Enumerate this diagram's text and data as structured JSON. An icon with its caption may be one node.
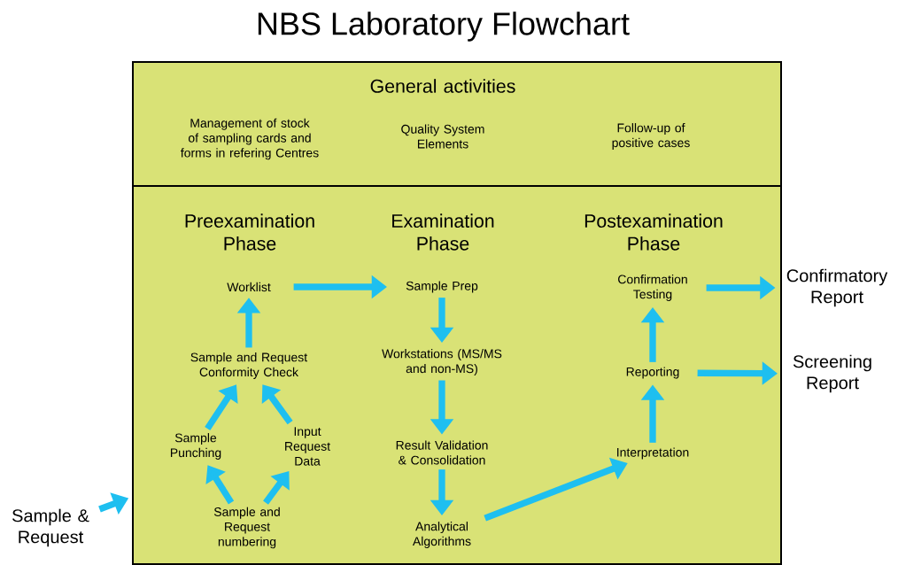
{
  "diagram": {
    "title": "NBS Laboratory Flowchart",
    "nodes": [
      {
        "text": [
          "General activities",
          "Management of stock of sampling cards and forms in refering Centres",
          "Quality System Elements",
          "Follow-up of positive cases"
        ]
      },
      {
        "text": [
          "Preexamination Phase",
          "Examination Phase",
          "Postexamination Phase"
        ]
      },
      {
        "text": [
          "Worklist"
        ],
        "in": 1
      },
      {
        "text": [
          "Sample and Request Conformity Check"
        ],
        "in": 1
      },
      {
        "text": [
          "Sample Punching"
        ],
        "in": 1
      },
      {
        "text": [
          "Input Request Data"
        ],
        "in": 1
      },
      {
        "text": [
          "Sample and Request numbering"
        ],
        "in": 1
      },
      {
        "text": [
          "Sample Prep"
        ],
        "in": 1
      },
      {
        "text": [
          "Workstations (MS/MS and non-MS)"
        ],
        "in": 1
      },
      {
        "text": [
          "Result Validation & Consolidation"
        ],
        "in": 1
      },
      {
        "text": [
          "Analytical Algorithms"
        ],
        "in": 1
      },
      {
        "text": [
          "Confirmation Testing"
        ],
        "in": 1
      },
      {
        "text": [
          "Reporting"
        ],
        "in": 1
      },
      {
        "text": [
          "Interpretation"
        ],
        "in": 1
      },
      {
        "text": [
          "Sample & Request"
        ]
      },
      {
        "text": [
          "Confirmatory Report"
        ]
      },
      {
        "text": [
          "Screening Report"
        ]
      }
    ],
    "edges": [
      {
        "from": 14,
        "to": 1,
        "arrow": "to"
      },
      {
        "from": 6,
        "to": 4,
        "arrow": "to"
      },
      {
        "from": 6,
        "to": 5,
        "arrow": "to"
      },
      {
        "from": 4,
        "to": 3,
        "arrow": "to"
      },
      {
        "from": 5,
        "to": 3,
        "arrow": "to"
      },
      {
        "from": 3,
        "to": 2,
        "arrow": "to"
      },
      {
        "from": 2,
        "to": 7,
        "arrow": "to"
      },
      {
        "from": 7,
        "to": 8,
        "arrow": "to"
      },
      {
        "from": 8,
        "to": 9,
        "arrow": "to"
      },
      {
        "from": 9,
        "to": 10,
        "arrow": "to"
      },
      {
        "from": 10,
        "to": 13,
        "arrow": "to"
      },
      {
        "from": 13,
        "to": 12,
        "arrow": "to"
      },
      {
        "from": 12,
        "to": 11,
        "arrow": "to"
      },
      {
        "from": 11,
        "to": 15,
        "arrow": "to"
      },
      {
        "from": 12,
        "to": 16,
        "arrow": "to"
      }
    ]
  }
}
